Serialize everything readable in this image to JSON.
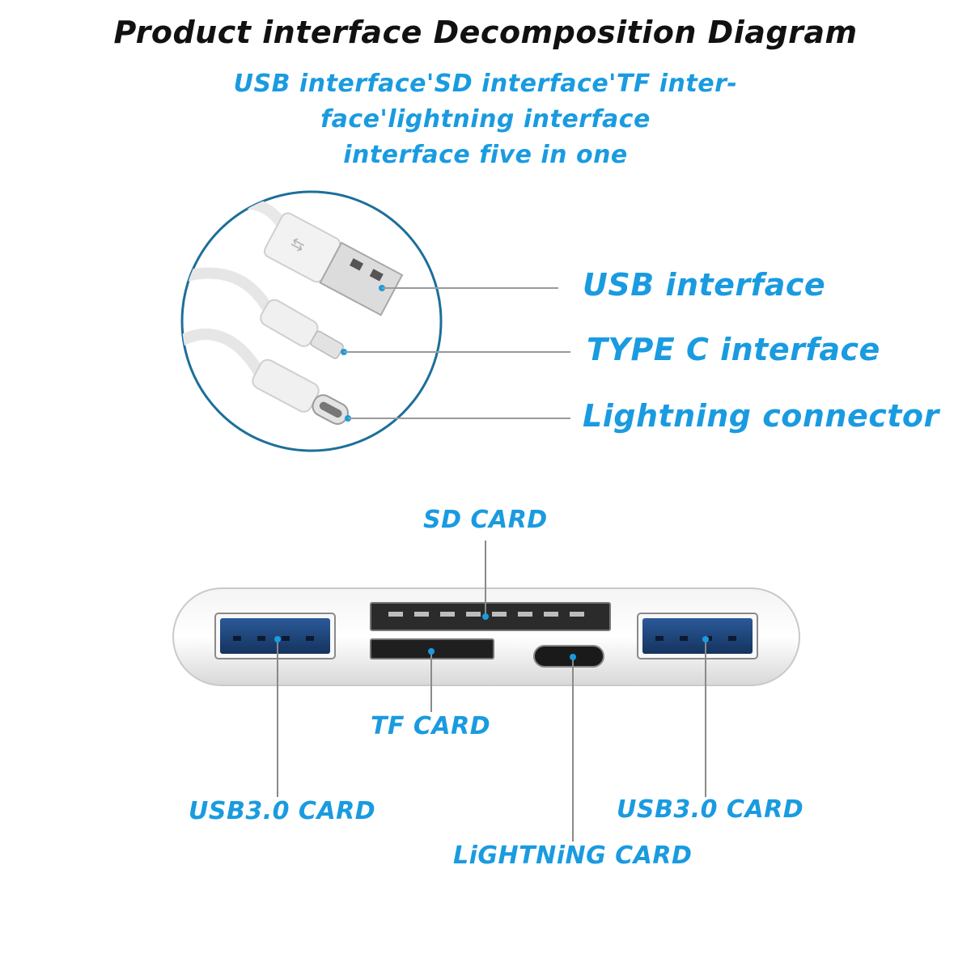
{
  "title": "Product interface Decomposition Diagram",
  "subtitle": {
    "line1": "USB interface'SD interface'TF inter-",
    "line2": "face'lightning interface",
    "line3": "interface five in one"
  },
  "cable_labels": {
    "usb": "USB interface",
    "type_c": "TYPE C interface",
    "lightning": "Lightning connector"
  },
  "hub_labels": {
    "sd": "SD CARD",
    "tf": "TF CARD",
    "usb_left": "USB3.0 CARD",
    "usb_right": "USB3.0 CARD",
    "lightning": "LiGHTNiNG CARD"
  },
  "colors": {
    "accent": "#1a9be0",
    "title": "#111111",
    "circle": "#1c6f9a"
  }
}
